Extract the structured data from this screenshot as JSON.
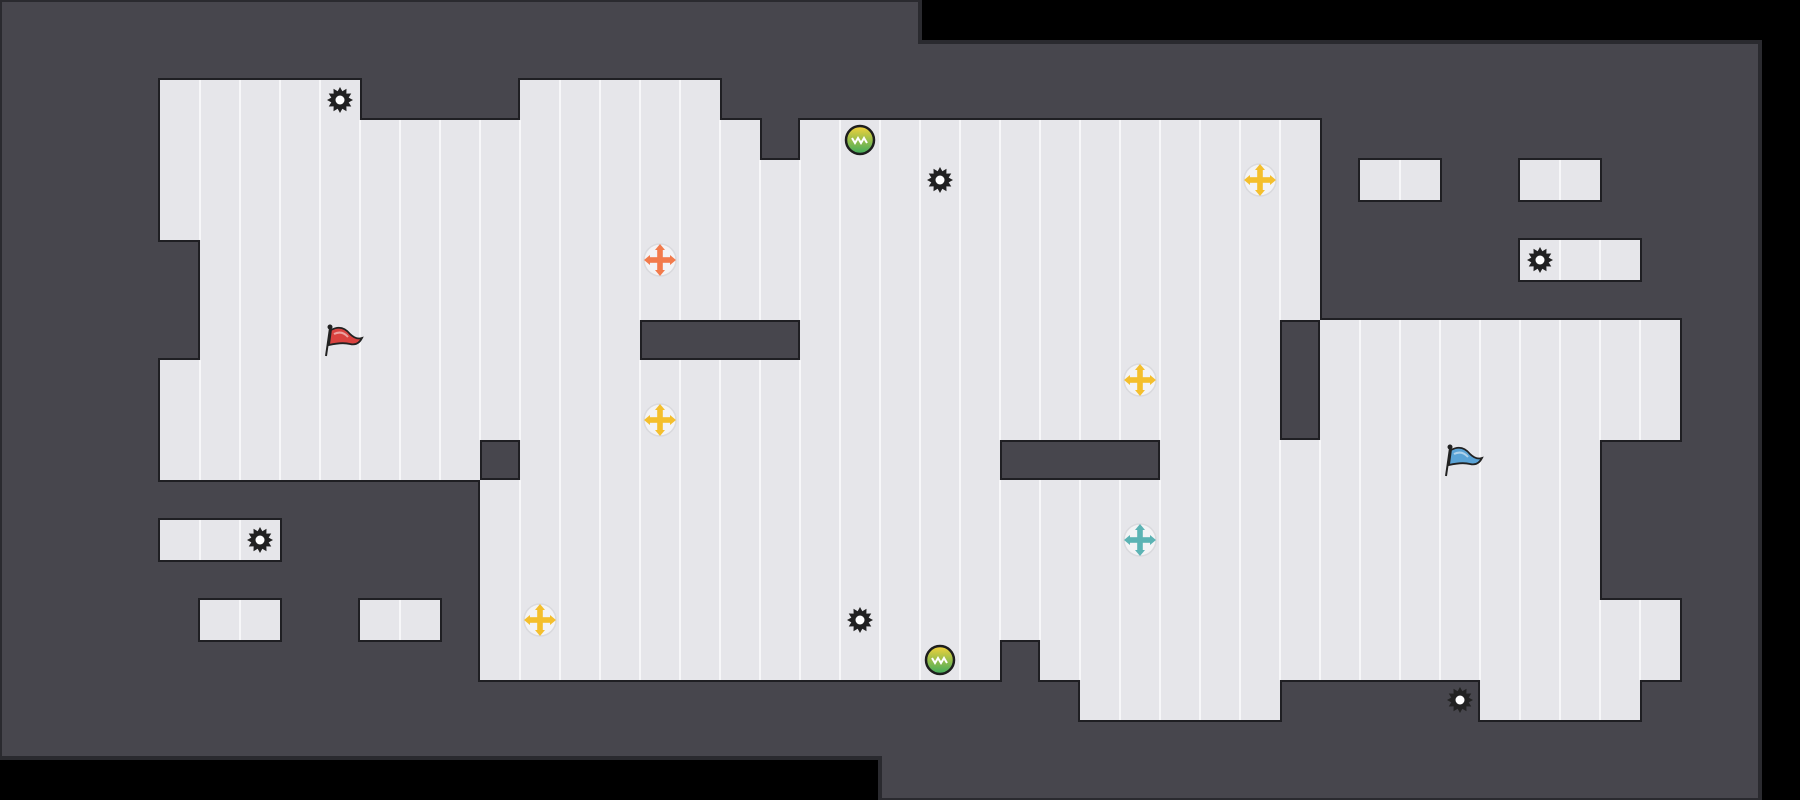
{
  "board": {
    "grid": {
      "cols": 46,
      "rows": 20
    },
    "colors": {
      "background": "#000000",
      "wall": "#47464d",
      "wall_edge": "#2a2a2f",
      "floor": "#e6e6ea",
      "grid_line": "#f7f7f9",
      "floor_edge": "#1f1f23",
      "red_flag": "#d9423f",
      "blue_flag": "#5aa3d6",
      "orange_boost": "#f27b4c",
      "yellow_boost": "#f4bf2d",
      "teal_boost": "#5cb3b4",
      "bomb": "#222222",
      "portal_gradient": [
        "#f5d33a",
        "#3eaa5c"
      ]
    },
    "floor_cells": [
      [
        4,
        2,
        5,
        1
      ],
      [
        13,
        2,
        5,
        1
      ],
      [
        20,
        3,
        13,
        1
      ],
      [
        4,
        3,
        15,
        1
      ],
      [
        4,
        4,
        29,
        1
      ],
      [
        34,
        4,
        2,
        1
      ],
      [
        38,
        4,
        2,
        1
      ],
      [
        4,
        5,
        29,
        1
      ],
      [
        5,
        6,
        28,
        1
      ],
      [
        38,
        6,
        3,
        1
      ],
      [
        5,
        7,
        28,
        1
      ],
      [
        5,
        8,
        11,
        1
      ],
      [
        20,
        8,
        12,
        1
      ],
      [
        33,
        8,
        9,
        1
      ],
      [
        4,
        9,
        28,
        1
      ],
      [
        33,
        9,
        9,
        1
      ],
      [
        4,
        10,
        28,
        1
      ],
      [
        33,
        10,
        9,
        1
      ],
      [
        4,
        11,
        8,
        1
      ],
      [
        13,
        11,
        12,
        1
      ],
      [
        29,
        11,
        11,
        1
      ],
      [
        12,
        12,
        28,
        1
      ],
      [
        12,
        13,
        28,
        1
      ],
      [
        4,
        13,
        3,
        1
      ],
      [
        12,
        14,
        28,
        1
      ],
      [
        12,
        15,
        30,
        1
      ],
      [
        5,
        15,
        2,
        1
      ],
      [
        9,
        15,
        2,
        1
      ],
      [
        12,
        16,
        13,
        1
      ],
      [
        26,
        16,
        16,
        1
      ],
      [
        27,
        17,
        5,
        1
      ],
      [
        37,
        17,
        4,
        1
      ]
    ],
    "items": [
      {
        "name": "red-flag-icon",
        "type": "flag",
        "color": "red_flag",
        "col": 8,
        "row": 8
      },
      {
        "name": "blue-flag-icon",
        "type": "flag",
        "color": "blue_flag",
        "col": 36,
        "row": 11
      },
      {
        "name": "spike-bomb-icon",
        "type": "bomb",
        "col": 8,
        "row": 2
      },
      {
        "name": "spike-bomb-icon",
        "type": "bomb",
        "col": 23,
        "row": 4
      },
      {
        "name": "spike-bomb-icon",
        "type": "bomb",
        "col": 38,
        "row": 6
      },
      {
        "name": "spike-bomb-icon",
        "type": "bomb",
        "col": 6,
        "row": 13
      },
      {
        "name": "spike-bomb-icon",
        "type": "bomb",
        "col": 21,
        "row": 15
      },
      {
        "name": "spike-bomb-icon",
        "type": "bomb",
        "col": 36,
        "row": 17
      },
      {
        "name": "portal-icon",
        "type": "portal",
        "col": 21,
        "row": 3
      },
      {
        "name": "portal-icon",
        "type": "portal",
        "col": 23,
        "row": 16
      },
      {
        "name": "boost-pad-icon",
        "type": "boost",
        "color": "orange_boost",
        "col": 16,
        "row": 6
      },
      {
        "name": "boost-pad-icon",
        "type": "boost",
        "color": "yellow_boost",
        "col": 31,
        "row": 4
      },
      {
        "name": "boost-pad-icon",
        "type": "boost",
        "color": "yellow_boost",
        "col": 28,
        "row": 9
      },
      {
        "name": "boost-pad-icon",
        "type": "boost",
        "color": "yellow_boost",
        "col": 16,
        "row": 10
      },
      {
        "name": "boost-pad-icon",
        "type": "boost",
        "color": "teal_boost",
        "col": 28,
        "row": 13
      },
      {
        "name": "boost-pad-icon",
        "type": "boost",
        "color": "yellow_boost",
        "col": 13,
        "row": 15
      }
    ]
  }
}
